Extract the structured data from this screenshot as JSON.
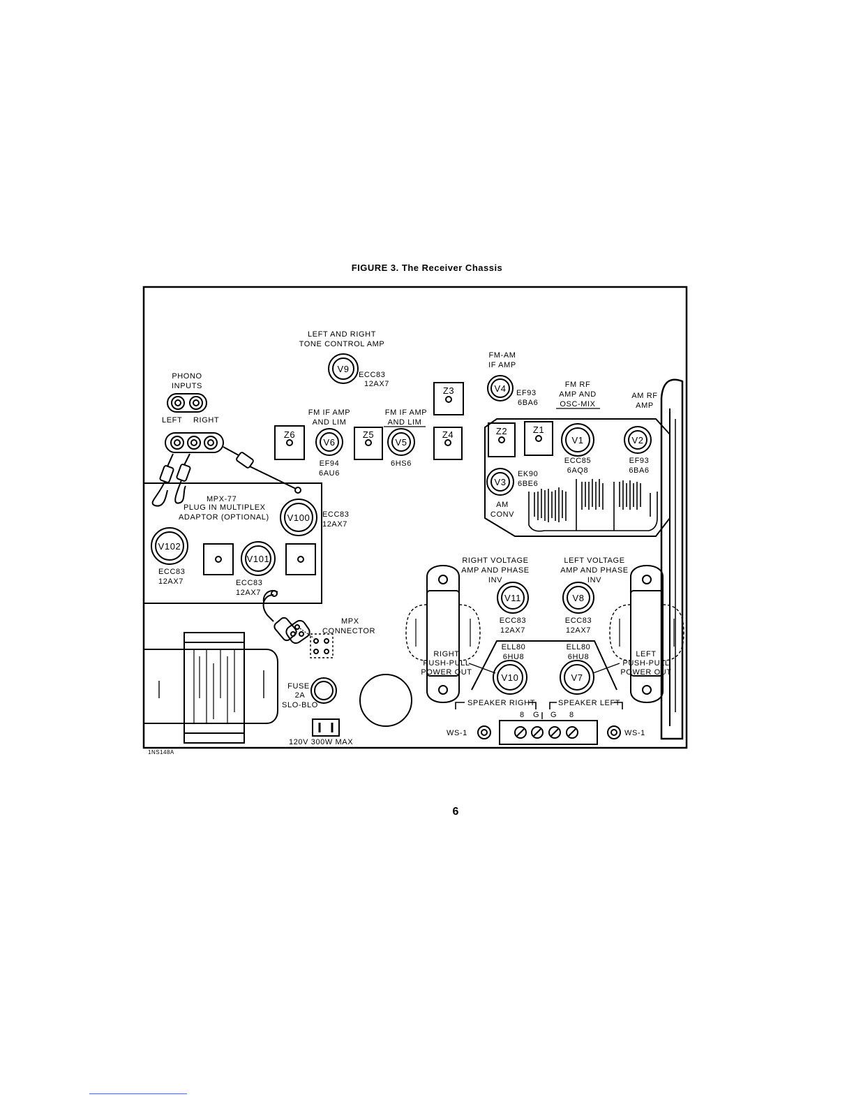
{
  "figure_title": "FIGURE 3. The Receiver Chassis",
  "part_code": "1NS148A",
  "page_number": "6",
  "labels": {
    "tone_amp_1": "LEFT AND RIGHT",
    "tone_amp_2": "TONE CONTROL AMP",
    "v9_type_1": "ECC83",
    "v9_type_2": "12AX7",
    "fm_am_1": "FM-AM",
    "fm_am_2": "IF AMP",
    "v4_type_1": "EF93",
    "v4_type_2": "6BA6",
    "fm_rf_1": "FM RF",
    "fm_rf_2": "AMP AND",
    "fm_rf_3": "OSC-MIX",
    "am_rf_1": "AM RF",
    "am_rf_2": "AMP",
    "phono_1": "PHONO",
    "phono_2": "INPUTS",
    "left": "LEFT",
    "right": "RIGHT",
    "fm_if_a_1": "FM IF AMP",
    "fm_if_a_2": "AND LIM",
    "fm_if_b_1": "FM IF AMP",
    "fm_if_b_2": "AND LIM",
    "v6_type_1": "EF94",
    "v6_type_2": "6AU6",
    "v5_type": "6HS6",
    "v1_type_1": "ECC85",
    "v1_type_2": "6AQ8",
    "v2_type_1": "EF93",
    "v2_type_2": "6BA6",
    "v3_type_1": "EK90",
    "v3_type_2": "6BE6",
    "am_conv_1": "AM",
    "am_conv_2": "CONV",
    "mpx_1": "MPX-77",
    "mpx_2": "PLUG IN MULTIPLEX",
    "mpx_3": "ADAPTOR (OPTIONAL)",
    "v100_type_1": "ECC83",
    "v100_type_2": "12AX7",
    "v102_type_1": "ECC83",
    "v102_type_2": "12AX7",
    "v101_type_1": "ECC83",
    "v101_type_2": "12AX7",
    "right_va_1": "RIGHT VOLTAGE",
    "right_va_2": "AMP AND PHASE",
    "right_va_3": "INV",
    "left_va_1": "LEFT VOLTAGE",
    "left_va_2": "AMP AND PHASE",
    "left_va_3": "INV",
    "v11_type_1": "ECC83",
    "v11_type_2": "12AX7",
    "v8_type_1": "ECC83",
    "v8_type_2": "12AX7",
    "mpx_conn_1": "MPX",
    "mpx_conn_2": "CONNECTOR",
    "v10_type_1": "ELL80",
    "v10_type_2": "6HU8",
    "v7_type_1": "ELL80",
    "v7_type_2": "6HU8",
    "rpp_1": "RIGHT",
    "rpp_2": "PUSH-PULL",
    "rpp_3": "POWER OUT",
    "lpp_1": "LEFT",
    "lpp_2": "PUSH-PULL",
    "lpp_3": "POWER OUT",
    "fuse_1": "FUSE",
    "fuse_2": "2A",
    "fuse_3": "SLO-BLO",
    "speaker_right": "SPEAKER RIGHT",
    "speaker_left": "SPEAKER LEFT",
    "t_8a": "8",
    "t_ga": "G",
    "t_gb": "G",
    "t_8b": "8",
    "ws1_left": "WS-1",
    "ws1_right": "WS-1",
    "ac_outlet": "120V 300W MAX"
  },
  "tubes": {
    "v9": "V9",
    "v4": "V4",
    "v6": "V6",
    "v5": "V5",
    "v1": "V1",
    "v2": "V2",
    "v3": "V3",
    "v100": "V100",
    "v102": "V102",
    "v101": "V101",
    "v11": "V11",
    "v8": "V8",
    "v10": "V10",
    "v7": "V7"
  },
  "coils": {
    "z1": "Z1",
    "z2": "Z2",
    "z3": "Z3",
    "z4": "Z4",
    "z5": "Z5",
    "z6": "Z6"
  }
}
